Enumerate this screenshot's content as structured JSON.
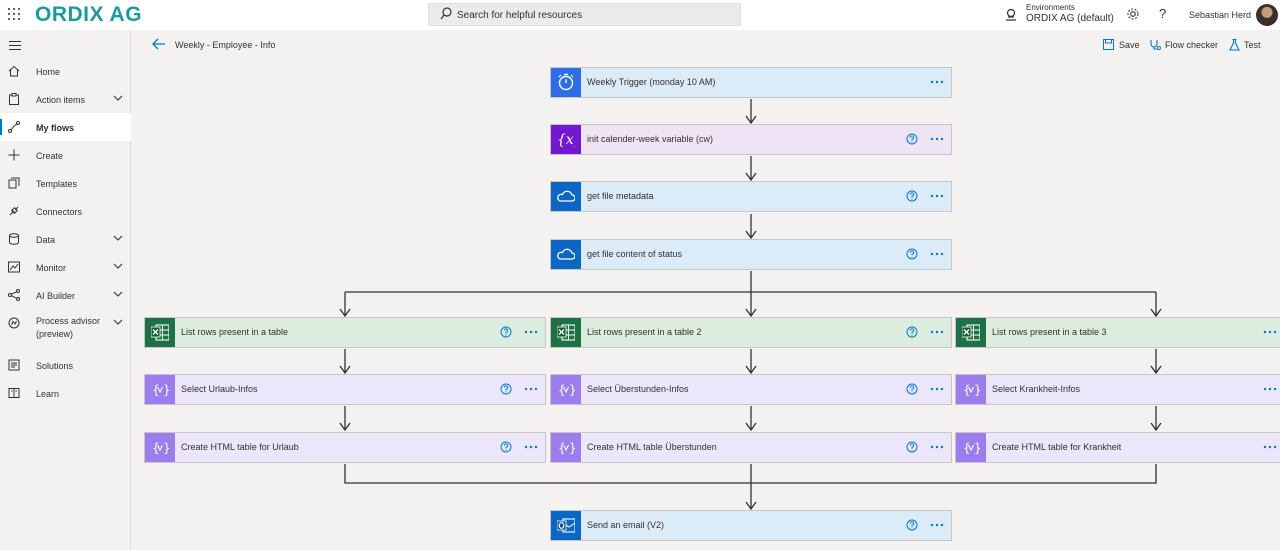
{
  "app": {
    "brand": "ORDIX AG",
    "search_placeholder": "Search for helpful resources",
    "environments_label": "Environments",
    "environment_name": "ORDIX AG (default)",
    "help_glyph": "?",
    "user_name": "Sebastian Herd"
  },
  "sidebar": {
    "items": [
      {
        "label": "Home",
        "icon": "home-icon"
      },
      {
        "label": "Action items",
        "icon": "clipboard-icon",
        "expandable": true
      },
      {
        "label": "My flows",
        "icon": "flow-icon",
        "active": true
      },
      {
        "label": "Create",
        "icon": "plus-icon"
      },
      {
        "label": "Templates",
        "icon": "templates-icon"
      },
      {
        "label": "Connectors",
        "icon": "plug-icon"
      },
      {
        "label": "Data",
        "icon": "database-icon",
        "expandable": true
      },
      {
        "label": "Monitor",
        "icon": "monitor-icon",
        "expandable": true
      },
      {
        "label": "AI Builder",
        "icon": "ai-builder-icon",
        "expandable": true
      },
      {
        "label": "Process advisor",
        "label2": "(preview)",
        "icon": "process-advisor-icon",
        "expandable": true
      },
      {
        "label": "Solutions",
        "icon": "solutions-icon"
      },
      {
        "label": "Learn",
        "icon": "book-icon"
      }
    ]
  },
  "header": {
    "flow_title": "Weekly - Employee - Info",
    "save": "Save",
    "flow_checker": "Flow checker",
    "test": "Test"
  },
  "flow": {
    "steps": [
      {
        "label": "Weekly Trigger (monday 10 AM)",
        "kind": "trigger",
        "help": false
      },
      {
        "label": "init calender-week variable (cw)",
        "kind": "variable",
        "help": true
      },
      {
        "label": "get file metadata",
        "kind": "onedrive",
        "help": true
      },
      {
        "label": "get file content of status",
        "kind": "onedrive",
        "help": true
      }
    ],
    "branches": [
      [
        {
          "label": "List rows present in a table",
          "kind": "excel"
        },
        {
          "label": "Select Urlaub-Infos",
          "kind": "data-operation"
        },
        {
          "label": "Create HTML table for Urlaub",
          "kind": "data-operation"
        }
      ],
      [
        {
          "label": "List rows present in a table 2",
          "kind": "excel"
        },
        {
          "label": "Select Überstunden-Infos",
          "kind": "data-operation"
        },
        {
          "label": "Create HTML table Überstunden",
          "kind": "data-operation"
        }
      ],
      [
        {
          "label": "List rows present in a table 3",
          "kind": "excel"
        },
        {
          "label": "Select Krankheit-Infos",
          "kind": "data-operation"
        },
        {
          "label": "Create HTML table for Krankheit",
          "kind": "data-operation"
        }
      ]
    ],
    "final": {
      "label": "Send an email (V2)",
      "kind": "outlook",
      "help": true
    }
  },
  "colors": {
    "brand": "#1a9aa3",
    "accent": "#0078d4",
    "trigger": "#2d6ee6",
    "variable": "#7219cf",
    "onedrive": "#0b67c3",
    "excel": "#1e7145",
    "data_operation": "#9b7ded"
  }
}
